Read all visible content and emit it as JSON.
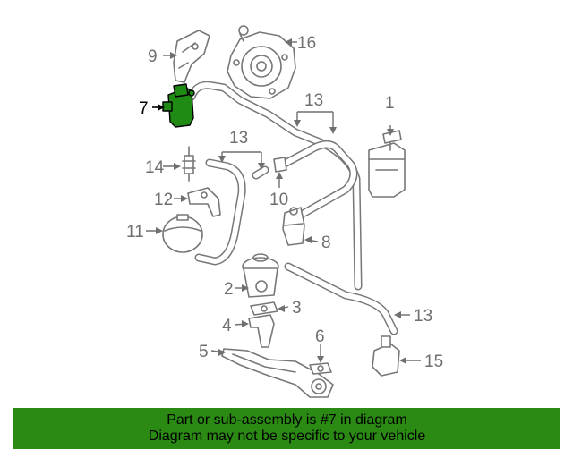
{
  "diagram": {
    "callouts": {
      "c1": "1",
      "c2": "2",
      "c3": "3",
      "c4": "4",
      "c5": "5",
      "c6": "6",
      "c7": "7",
      "c8": "8",
      "c9": "9",
      "c10": "10",
      "c11": "11",
      "c12": "12",
      "c13a": "13",
      "c13b": "13",
      "c13c": "13",
      "c14": "14",
      "c15": "15",
      "c16": "16"
    },
    "highlight_color": "#1f8a14"
  },
  "banner": {
    "line1": "Part or sub-assembly is #7 in diagram",
    "line2": "Diagram may not be specific to your vehicle",
    "background": "#2a8a13"
  }
}
